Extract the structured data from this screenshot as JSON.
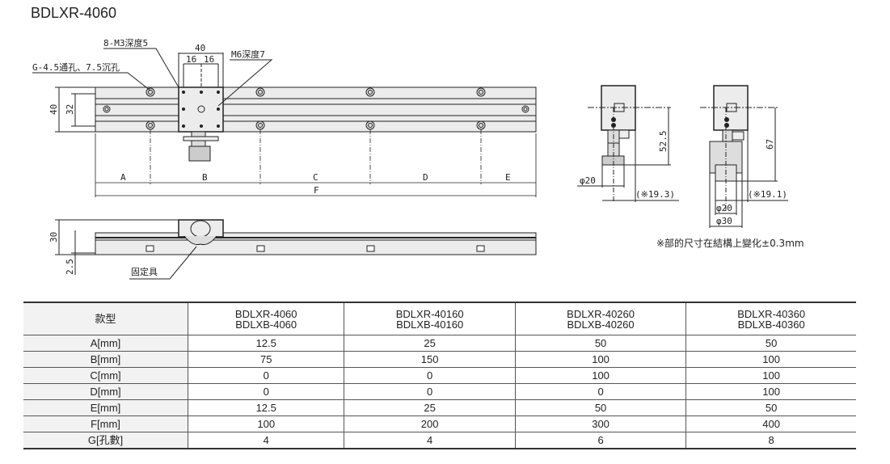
{
  "title": "BDLXR-4060",
  "drawing": {
    "labels": {
      "m3": "8-M3深度5",
      "holes": "G-4.5通孔、7.5沉孔",
      "m6": "M6深度7",
      "w40": "40",
      "w16a": "16",
      "w16b": "16",
      "h40": "40",
      "h32": "32",
      "A": "A",
      "B": "B",
      "C": "C",
      "D": "D",
      "E": "E",
      "F": "F",
      "h30": "30",
      "h25": "2.5",
      "fixture": "固定具",
      "d525": "52.5",
      "phi20a": "φ20",
      "r193": "(※19.3)",
      "d67": "67",
      "r191": "(※19.1)",
      "phi20b": "φ20",
      "phi30": "φ30"
    },
    "note": "※部的尺寸在結構上變化±0.3mm"
  },
  "table": {
    "header": [
      "款型",
      "BDLXR-4060\nBDLXB-4060",
      "BDLXR-40160\nBDLXB-40160",
      "BDLXR-40260\nBDLXB-40260",
      "BDLXR-40360\nBDLXB-40360"
    ],
    "header_lines": [
      [
        "BDLXR-4060",
        "BDLXB-4060"
      ],
      [
        "BDLXR-40160",
        "BDLXB-40160"
      ],
      [
        "BDLXR-40260",
        "BDLXB-40260"
      ],
      [
        "BDLXR-40360",
        "BDLXB-40360"
      ]
    ],
    "rows": [
      {
        "label": "A[mm]",
        "values": [
          "12.5",
          "25",
          "50",
          "50"
        ]
      },
      {
        "label": "B[mm]",
        "values": [
          "75",
          "150",
          "100",
          "100"
        ]
      },
      {
        "label": "C[mm]",
        "values": [
          "0",
          "0",
          "100",
          "100"
        ]
      },
      {
        "label": "D[mm]",
        "values": [
          "0",
          "0",
          "0",
          "100"
        ]
      },
      {
        "label": "E[mm]",
        "values": [
          "12.5",
          "25",
          "50",
          "50"
        ]
      },
      {
        "label": "F[mm]",
        "values": [
          "100",
          "200",
          "300",
          "400"
        ]
      },
      {
        "label": "G[孔數]",
        "values": [
          "4",
          "4",
          "6",
          "8"
        ]
      }
    ]
  }
}
